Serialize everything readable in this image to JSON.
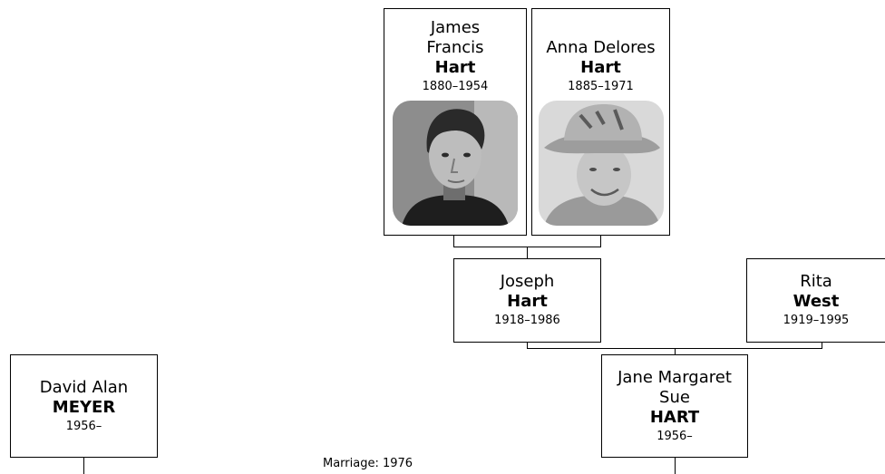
{
  "people": {
    "james": {
      "given": "James Francis",
      "surname": "Hart",
      "dates": "1880–1954",
      "photo": "portrait-photo"
    },
    "anna": {
      "given": "Anna Delores",
      "surname": "Hart",
      "dates": "1885–1971",
      "photo": "portrait-photo"
    },
    "joseph": {
      "given": "Joseph",
      "surname": "Hart",
      "dates": "1918–1986"
    },
    "rita": {
      "given": "Rita",
      "surname": "West",
      "dates": "1919–1995"
    },
    "jane": {
      "given": "Jane Margaret Sue",
      "surname": "HART",
      "dates": "1956–"
    },
    "david": {
      "given": "David Alan",
      "surname": "MEYER",
      "dates": "1956–"
    }
  },
  "marriage_label": "Marriage: 1976"
}
